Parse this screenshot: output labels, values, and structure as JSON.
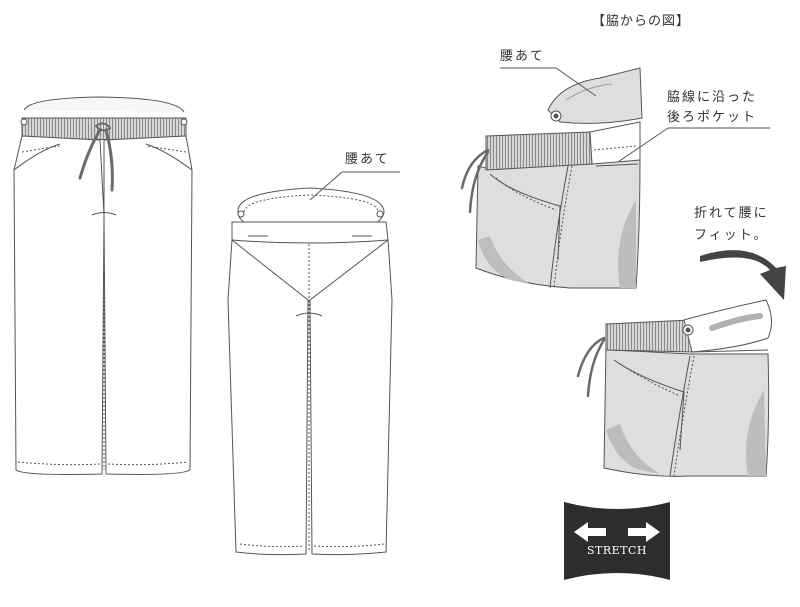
{
  "labels": {
    "side_view_title": "【脇からの図】",
    "waist_patch_front": "腰あて",
    "waist_patch_side": "腰あて",
    "pocket_line1": "脇線に沿った",
    "pocket_line2": "後ろポケット",
    "fold_line1": "折れて腰に",
    "fold_line2": "フィット。",
    "stretch": "STRETCH"
  },
  "icons": {
    "stretch_badge": "double-arrow-icon",
    "fold_arrow": "curved-arrow-icon"
  },
  "colors": {
    "line": "#555555",
    "fabric_gray": "#dedede",
    "shadow_gray": "#bdbdbd",
    "badge": "#2d2d2d"
  }
}
